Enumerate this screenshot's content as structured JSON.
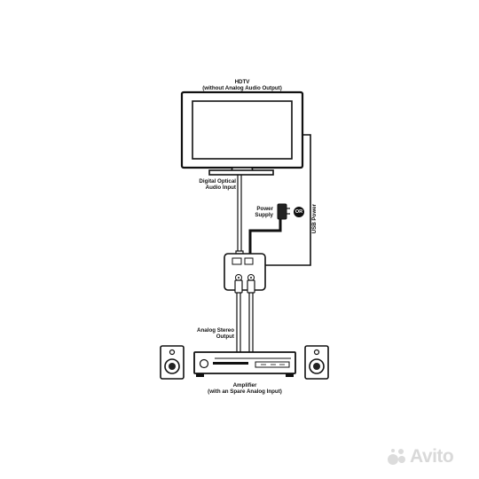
{
  "labels": {
    "hdtv_title": "HDTV",
    "hdtv_subtitle": "(without Analog Audio Output)",
    "optical_line1": "Digital Optical",
    "optical_line2": "Audio Input",
    "power_line1": "Power",
    "power_line2": "Supply",
    "or_badge": "OR",
    "usb_power": "USB Power",
    "analog_line1": "Analog Stereo",
    "analog_line2": "Output",
    "amp_line1": "Amplifier",
    "amp_line2": "(with an Spare Analog Input)"
  },
  "watermark": {
    "text": "Avito"
  }
}
